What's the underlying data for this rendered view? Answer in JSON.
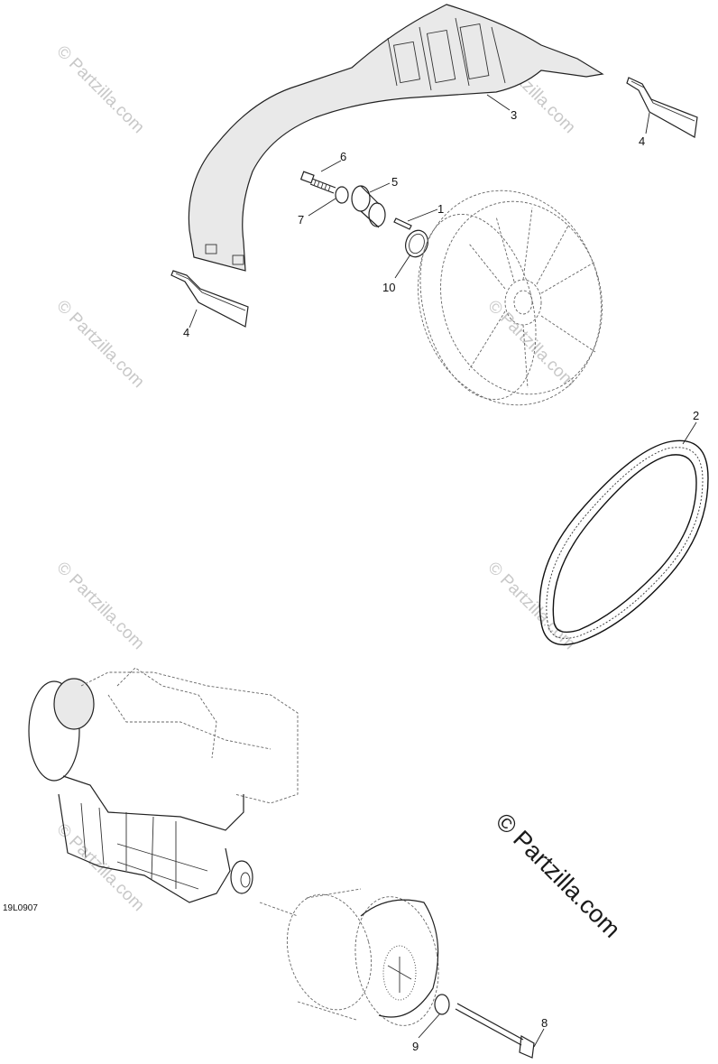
{
  "diagram": {
    "drawing_code": "19L0907",
    "callouts": [
      "1",
      "2",
      "3",
      "4",
      "4",
      "5",
      "6",
      "7",
      "8",
      "9",
      "10"
    ],
    "watermark_small": "© Partzilla.com",
    "watermark_main": "© Partzilla.com"
  }
}
